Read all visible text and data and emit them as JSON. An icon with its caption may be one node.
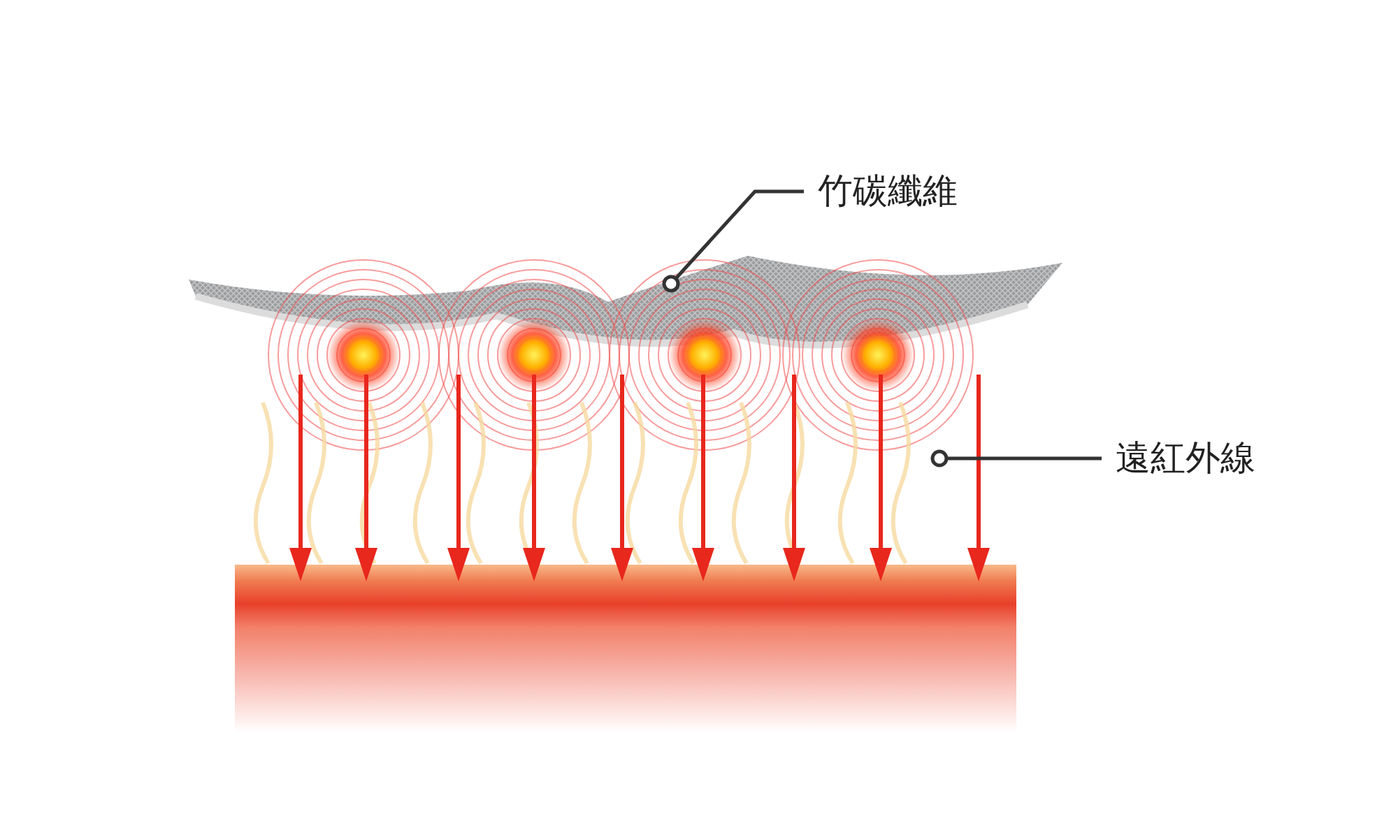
{
  "diagram": {
    "nodes": [
      {
        "text": [
          "竹碳纖維"
        ]
      },
      {
        "text": [],
        "shape": "picture"
      },
      {
        "text": [
          "遠紅外線"
        ]
      },
      {
        "text": [],
        "shape": "picture"
      }
    ],
    "edges": [
      {
        "from": 0,
        "to": 1,
        "arrow": "other"
      },
      {
        "from": 2,
        "to": 3,
        "arrow": "other"
      }
    ]
  }
}
